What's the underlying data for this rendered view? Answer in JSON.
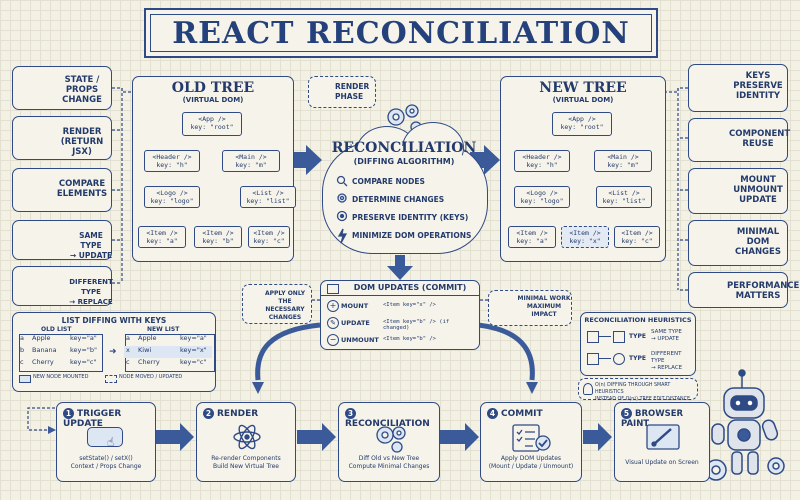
{
  "title": "REACT RECONCILIATION",
  "left_panel": [
    {
      "label": "STATE / PROPS\nCHANGE",
      "icon": "atom-icon"
    },
    {
      "label": "RENDER\n(RETURN JSX)",
      "icon": "pencil-icon"
    },
    {
      "label": "COMPARE\nELEMENTS",
      "icon": "magnifier-icon"
    },
    {
      "label": "SAME TYPE\n→ UPDATE",
      "icon": "squares-icon"
    },
    {
      "label": "DIFFERENT TYPE\n→ REPLACE",
      "icon": "square-circle-icon"
    }
  ],
  "right_panel": [
    {
      "label": "KEYS\nPRESERVE\nIDENTITY",
      "icon": "link-icon"
    },
    {
      "label": "COMPONENT\nREUSE",
      "icon": "refresh-icon"
    },
    {
      "label": "MOUNT\nUNMOUNT\nUPDATE",
      "icon": "plus-minus-icon"
    },
    {
      "label": "MINIMAL\nDOM\nCHANGES",
      "icon": "gauge-icon"
    },
    {
      "label": "PERFORMANCE\nMATTERS",
      "icon": "bar-chart-icon"
    }
  ],
  "old_tree": {
    "title": "OLD TREE",
    "subtitle": "(VIRTUAL DOM)",
    "app": "<App />\nkey: \"root\"",
    "header": "<Header />\nkey: \"h\"",
    "main": "<Main />\nkey: \"m\"",
    "logo": "<Logo />\nkey: \"logo\"",
    "list": "<List />\nkey: \"list\"",
    "item_a": "<Item />\nkey: \"a\"",
    "item_b": "<Item />\nkey: \"b\"",
    "item_c": "<Item />\nkey: \"c\""
  },
  "new_tree": {
    "title": "NEW TREE",
    "subtitle": "(VIRTUAL DOM)",
    "app": "<App />\nkey: \"root\"",
    "header": "<Header />\nkey: \"h\"",
    "main": "<Main />\nkey: \"m\"",
    "logo": "<Logo />\nkey: \"logo\"",
    "list": "<List />\nkey: \"list\"",
    "item_a": "<Item />\nkey: \"a\"",
    "item_x": "<Item />\nkey: \"x\"",
    "item_c": "<Item />\nkey: \"c\""
  },
  "render_phase": "RENDER\nPHASE",
  "reconciliation": {
    "title": "RECONCILIATION",
    "subtitle": "(DIFFING ALGORITHM)",
    "items": [
      "COMPARE NODES",
      "DETERMINE CHANGES",
      "PRESERVE IDENTITY (KEYS)",
      "MINIMIZE DOM OPERATIONS"
    ]
  },
  "dom_updates": {
    "title": "DOM UPDATES (COMMIT)",
    "rows": [
      {
        "op": "MOUNT",
        "detail": "<Item key=\"x\" />"
      },
      {
        "op": "UPDATE",
        "detail": "<Item key=\"b\" /> (if changed)"
      },
      {
        "op": "UNMOUNT",
        "detail": "<Item key=\"b\" />"
      }
    ]
  },
  "apply_note": "APPLY ONLY\nTHE NECESSARY\nCHANGES",
  "minimal_note": "MINIMAL WORK\nMAXIMUM\nIMPACT",
  "list_diffing": {
    "title": "LIST DIFFING WITH KEYS",
    "old_label": "OLD LIST",
    "new_label": "NEW LIST",
    "old": [
      {
        "mark": "a",
        "name": "Apple",
        "key": "key=\"a\""
      },
      {
        "mark": "b",
        "name": "Banana",
        "key": "key=\"b\""
      },
      {
        "mark": "c",
        "name": "Cherry",
        "key": "key=\"c\""
      }
    ],
    "new": [
      {
        "mark": "a",
        "name": "Apple",
        "key": "key=\"a\""
      },
      {
        "mark": "x",
        "name": "Kiwi",
        "key": "key=\"x\""
      },
      {
        "mark": "c",
        "name": "Cherry",
        "key": "key=\"c\""
      }
    ],
    "legend_new": "NEW NODE MOUNTED",
    "legend_moved": "NODE MOVED / UPDATED"
  },
  "heuristics": {
    "title": "RECONCILIATION HEURISTICS",
    "rows": [
      {
        "type": "TYPE",
        "result": "SAME TYPE\n→ UPDATE"
      },
      {
        "type": "TYPE",
        "result": "DIFFERENT TYPE\n→ REPLACE"
      }
    ],
    "note": "O(n) DIFFING THROUGH SMART HEURISTICS\nINSTEAD OF O(n³) TREE EDIT DISTANCE"
  },
  "steps": [
    {
      "num": "1",
      "title": "TRIGGER UPDATE",
      "desc": "setState() / setX()\nContext / Props Change",
      "icon": "pointer-button-icon"
    },
    {
      "num": "2",
      "title": "RENDER",
      "desc": "Re-render Components\nBuild New Virtual Tree",
      "icon": "atom-icon"
    },
    {
      "num": "3",
      "title": "RECONCILIATION",
      "desc": "Diff Old vs New Tree\nCompute Minimal Changes",
      "icon": "gears-icon"
    },
    {
      "num": "4",
      "title": "COMMIT",
      "desc": "Apply DOM Updates\n(Mount / Update / Unmount)",
      "icon": "checklist-icon"
    },
    {
      "num": "5",
      "title": "BROWSER PAINT",
      "desc": "Visual Update on Screen",
      "icon": "paintbrush-icon"
    }
  ],
  "colors": {
    "ink": "#2f4a85",
    "paper": "#f3f0e4",
    "highlight": "#dde6f3"
  }
}
